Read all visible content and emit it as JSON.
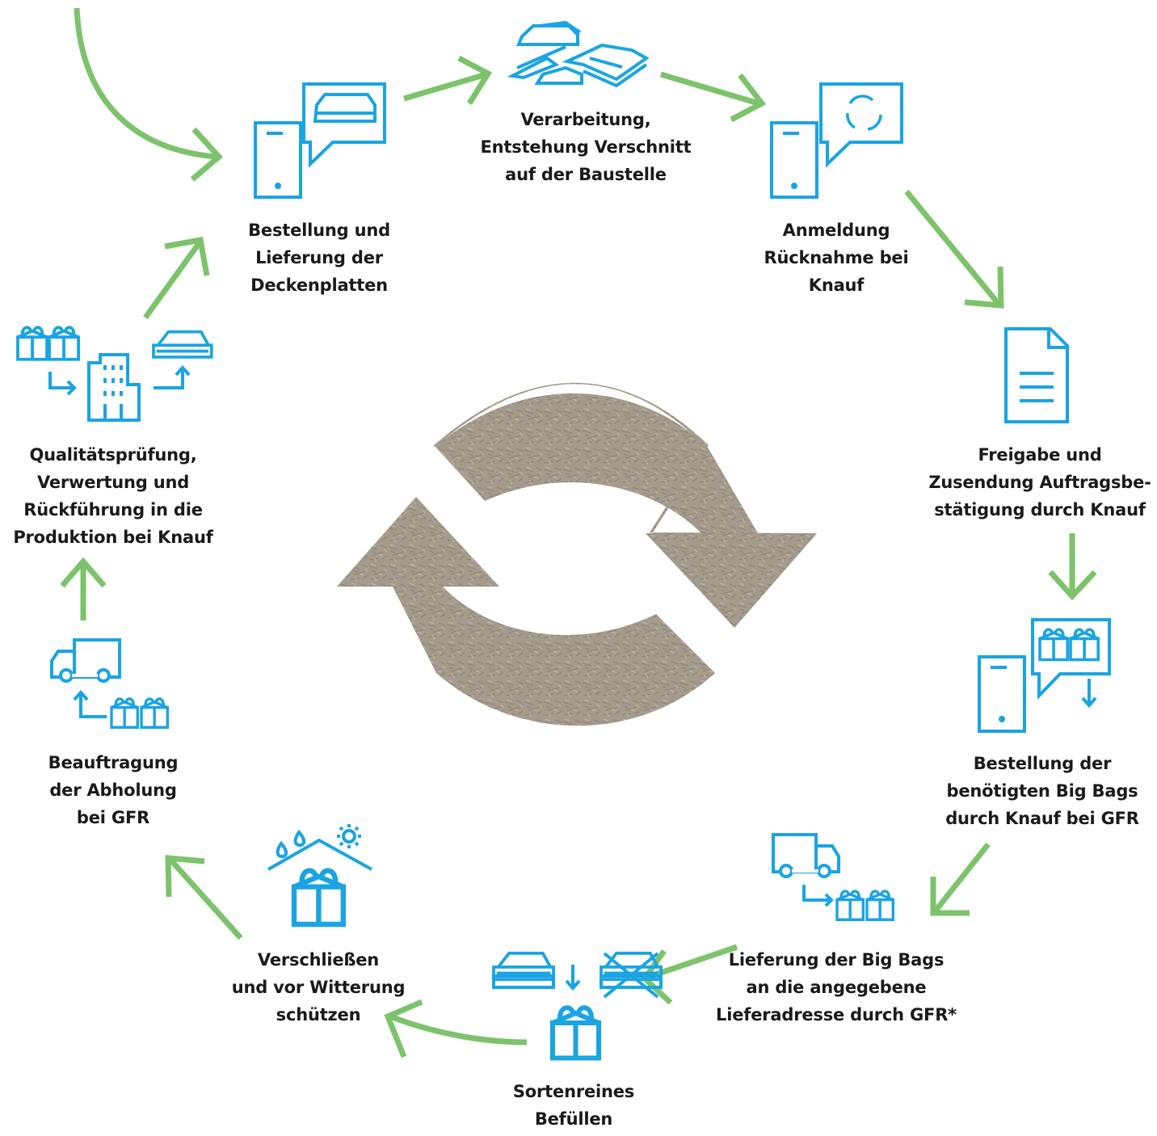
{
  "colors": {
    "icon_blue": "#1aa4e3",
    "arrow_green": "#7cc36b",
    "center_recycle": "#a49b8c",
    "text": "#1a1a1a"
  },
  "center": {
    "icon": "recycle-arrows-icon"
  },
  "steps": [
    {
      "id": "bestellung",
      "icon": "phone-speech-panel-icon",
      "lines": [
        "Bestellung und",
        "Lieferung der",
        "Deckenplatten"
      ]
    },
    {
      "id": "verarbeitung",
      "icon": "panels-pile-icon",
      "lines": [
        "Verarbeitung,",
        "Entstehung Verschnitt",
        "auf der Baustelle"
      ]
    },
    {
      "id": "anmeldung",
      "icon": "phone-speech-recycle-icon",
      "lines": [
        "Anmeldung",
        "Rücknahme bei",
        "Knauf"
      ]
    },
    {
      "id": "freigabe",
      "icon": "document-icon",
      "lines": [
        "Freigabe und",
        "Zusendung Auftragsbe-",
        "stätigung durch Knauf"
      ]
    },
    {
      "id": "bigbags-bestellung",
      "icon": "phone-speech-bigbags-icon",
      "lines": [
        "Bestellung der",
        "benötigten Big Bags",
        "durch Knauf bei GFR"
      ]
    },
    {
      "id": "bigbags-lieferung",
      "icon": "truck-bigbags-icon",
      "lines": [
        "Lieferung der Big Bags",
        "an die angegebene",
        "Lieferadresse durch GFR*"
      ]
    },
    {
      "id": "befuellen",
      "icon": "panels-into-bigbag-icon",
      "lines": [
        "Sortenreines",
        "Befüllen"
      ]
    },
    {
      "id": "verschliessen",
      "icon": "bigbag-under-roof-icon",
      "lines": [
        "Verschließen",
        "und vor Witterung",
        "schützen"
      ]
    },
    {
      "id": "abholung",
      "icon": "truck-pickup-bigbags-icon",
      "lines": [
        "Beauftragung",
        "der Abholung",
        "bei GFR"
      ]
    },
    {
      "id": "qualitaet",
      "icon": "bigbags-factory-panel-icon",
      "lines": [
        "Qualitätsprüfung,",
        "Verwertung und",
        "Rückführung in die",
        "Produktion bei Knauf"
      ]
    }
  ]
}
